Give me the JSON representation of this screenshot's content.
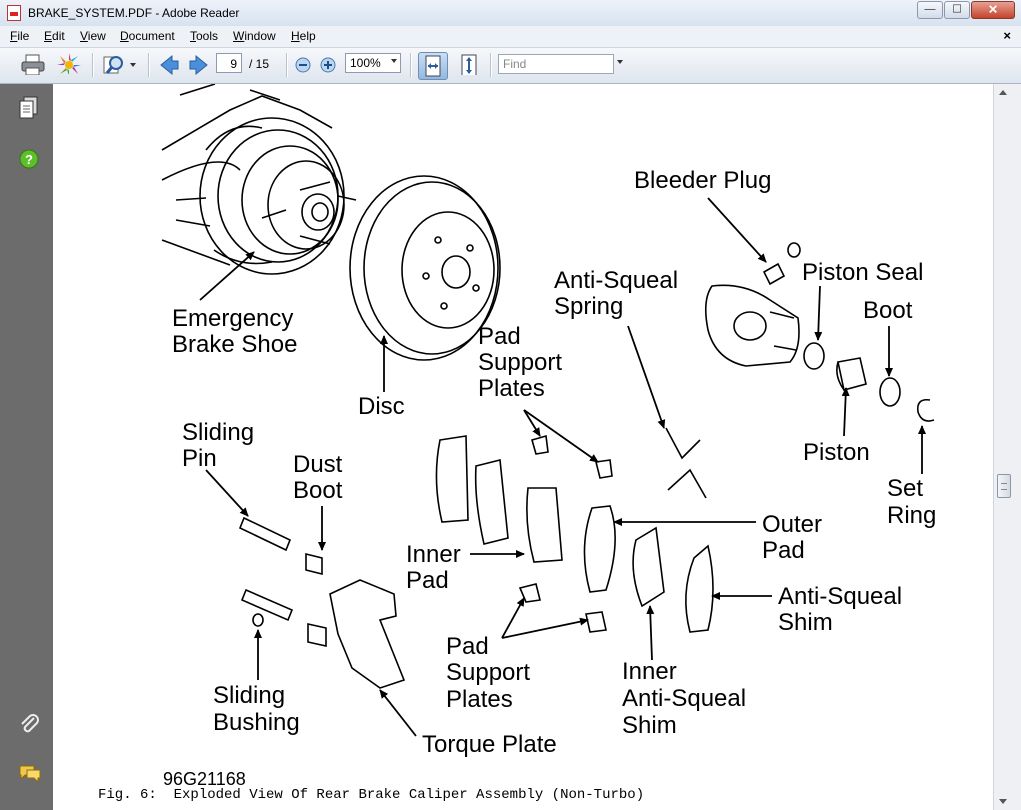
{
  "window": {
    "title": "BRAKE_SYSTEM.PDF - Adobe Reader",
    "minimize_glyph": "—",
    "maximize_glyph": "☐",
    "close_glyph": "✕"
  },
  "menu": {
    "items": [
      {
        "label": "File",
        "accel": "F",
        "rest": "ile"
      },
      {
        "label": "Edit",
        "accel": "E",
        "rest": "dit"
      },
      {
        "label": "View",
        "accel": "V",
        "rest": "iew"
      },
      {
        "label": "Document",
        "accel": "D",
        "rest": "ocument"
      },
      {
        "label": "Tools",
        "accel": "T",
        "rest": "ools"
      },
      {
        "label": "Window",
        "accel": "W",
        "rest": "indow"
      },
      {
        "label": "Help",
        "accel": "H",
        "rest": "elp"
      }
    ],
    "doc_close": "×"
  },
  "toolbar": {
    "icons": [
      "print-icon",
      "collaborate-icon",
      "find-pages-icon",
      "previous-page-icon",
      "next-page-icon",
      "zoom-out-icon",
      "zoom-in-icon",
      "fit-width-icon",
      "fit-page-icon"
    ],
    "page_current": "9",
    "page_total": "/ 15",
    "zoom": "100%",
    "find_placeholder": "Find"
  },
  "left_panel": {
    "icons": [
      "pages-icon",
      "help-icon",
      "attachments-icon",
      "comments-icon"
    ]
  },
  "document": {
    "labels": {
      "bleeder_plug": "Bleeder Plug",
      "piston_seal": "Piston Seal",
      "anti_squeal_spring_1": "Anti-Squeal",
      "anti_squeal_spring_2": "Spring",
      "boot": "Boot",
      "emergency_1": "Emergency",
      "emergency_2": "Brake Shoe",
      "pad_support_a_1": "Pad",
      "pad_support_a_2": "Support",
      "pad_support_a_3": "Plates",
      "disc": "Disc",
      "piston": "Piston",
      "sliding_pin_1": "Sliding",
      "sliding_pin_2": "Pin",
      "dust_boot_1": "Dust",
      "dust_boot_2": "Boot",
      "set_ring_1": "Set",
      "set_ring_2": "Ring",
      "outer_pad_1": "Outer",
      "outer_pad_2": "Pad",
      "inner_pad_1": "Inner",
      "inner_pad_2": "Pad",
      "anti_squeal_shim_1": "Anti-Squeal",
      "anti_squeal_shim_2": "Shim",
      "pad_support_b_1": "Pad",
      "pad_support_b_2": "Support",
      "pad_support_b_3": "Plates",
      "inner_shim_1": "Inner",
      "inner_shim_2": "Anti-Squeal",
      "inner_shim_3": "Shim",
      "sliding_bushing_1": "Sliding",
      "sliding_bushing_2": "Bushing",
      "torque_plate": "Torque Plate"
    },
    "figure_id": "96G21168",
    "caption": "Fig. 6:  Exploded View Of Rear Brake Caliper Assembly (Non-Turbo)"
  }
}
